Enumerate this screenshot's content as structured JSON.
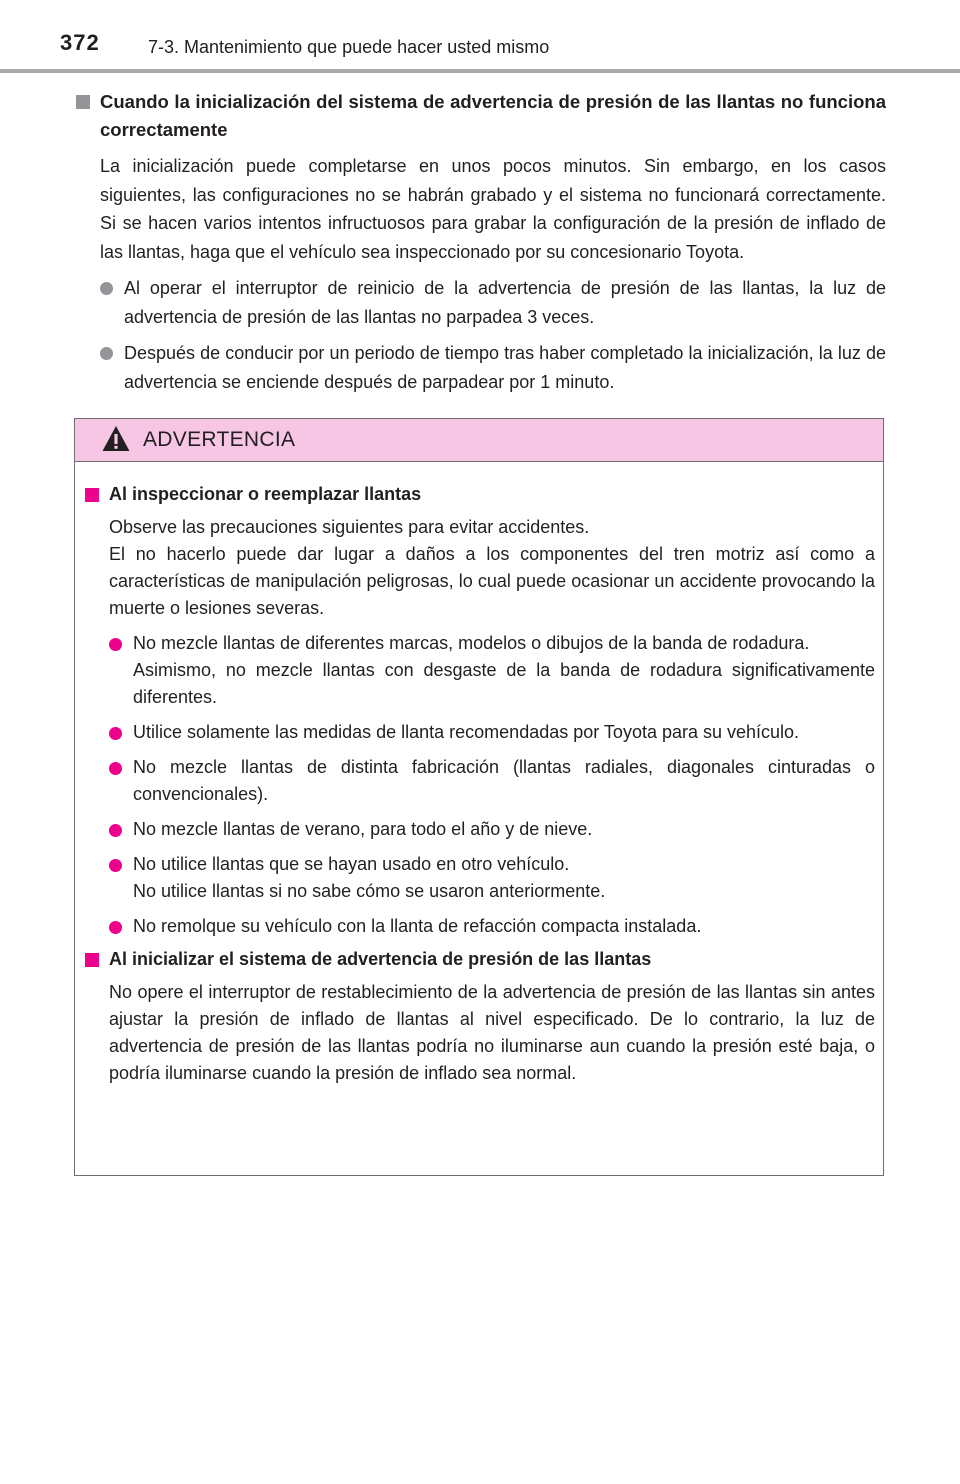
{
  "header": {
    "page_number": "372",
    "section_title": "7-3. Mantenimiento que puede hacer usted mismo"
  },
  "section1": {
    "heading": "Cuando la inicialización del sistema de advertencia de presión de las llantas no funciona correctamente",
    "paragraph": "La inicialización puede completarse en unos pocos minutos. Sin embargo, en los casos siguientes, las configuraciones no se habrán grabado y el sistema no funcionará correctamente. Si se hacen varios intentos infructuosos para grabar la configuración de la presión de inflado de las llantas, haga que el vehículo sea inspeccionado por su concesionario Toyota.",
    "bullets": [
      "Al operar el interruptor de reinicio de la advertencia de presión de las llantas, la luz de advertencia de presión de las llantas no parpadea 3 veces.",
      "Después de conducir por un periodo de tiempo tras haber completado la inicialización, la luz de advertencia se enciende después de parpadear por 1 minuto."
    ]
  },
  "warning": {
    "title": "ADVERTENCIA",
    "colors": {
      "header_bg": "#f6c6e4",
      "bullet": "#ec008c"
    },
    "block1": {
      "heading": "Al inspeccionar o reemplazar llantas",
      "para1": "Observe las precauciones siguientes para evitar accidentes.",
      "para2": "El no hacerlo puede dar lugar a daños a los componentes del tren motriz así como a características de manipulación peligrosas, lo cual puede ocasionar un accidente provocando la muerte o lesiones severas.",
      "bullets": [
        {
          "line1": "No mezcle llantas de diferentes marcas, modelos o dibujos de la banda de rodadura.",
          "line2": "Asimismo, no mezcle llantas con desgaste de la banda de rodadura significativamente diferentes."
        },
        {
          "line1": "Utilice solamente las medidas de llanta recomendadas por Toyota para su vehículo.",
          "line2": ""
        },
        {
          "line1": "No mezcle llantas de distinta fabricación (llantas radiales, diagonales cinturadas o convencionales).",
          "line2": ""
        },
        {
          "line1": "No mezcle llantas de verano, para todo el año y de nieve.",
          "line2": ""
        },
        {
          "line1": "No utilice llantas que se hayan usado en otro vehículo.",
          "line2": "No utilice llantas si no sabe cómo se usaron anteriormente."
        },
        {
          "line1": "No remolque su vehículo con la llanta de refacción compacta instalada.",
          "line2": ""
        }
      ]
    },
    "block2": {
      "heading": "Al inicializar el sistema de advertencia de presión de las llantas",
      "paragraph": "No opere el interruptor de restablecimiento de la advertencia de presión de las llantas sin antes ajustar la presión de inflado de llantas al nivel especificado. De lo contrario, la luz de advertencia de presión de las llantas podría no iluminarse aun cuando la presión esté baja, o podría iluminarse cuando la presión de inflado sea normal."
    }
  }
}
